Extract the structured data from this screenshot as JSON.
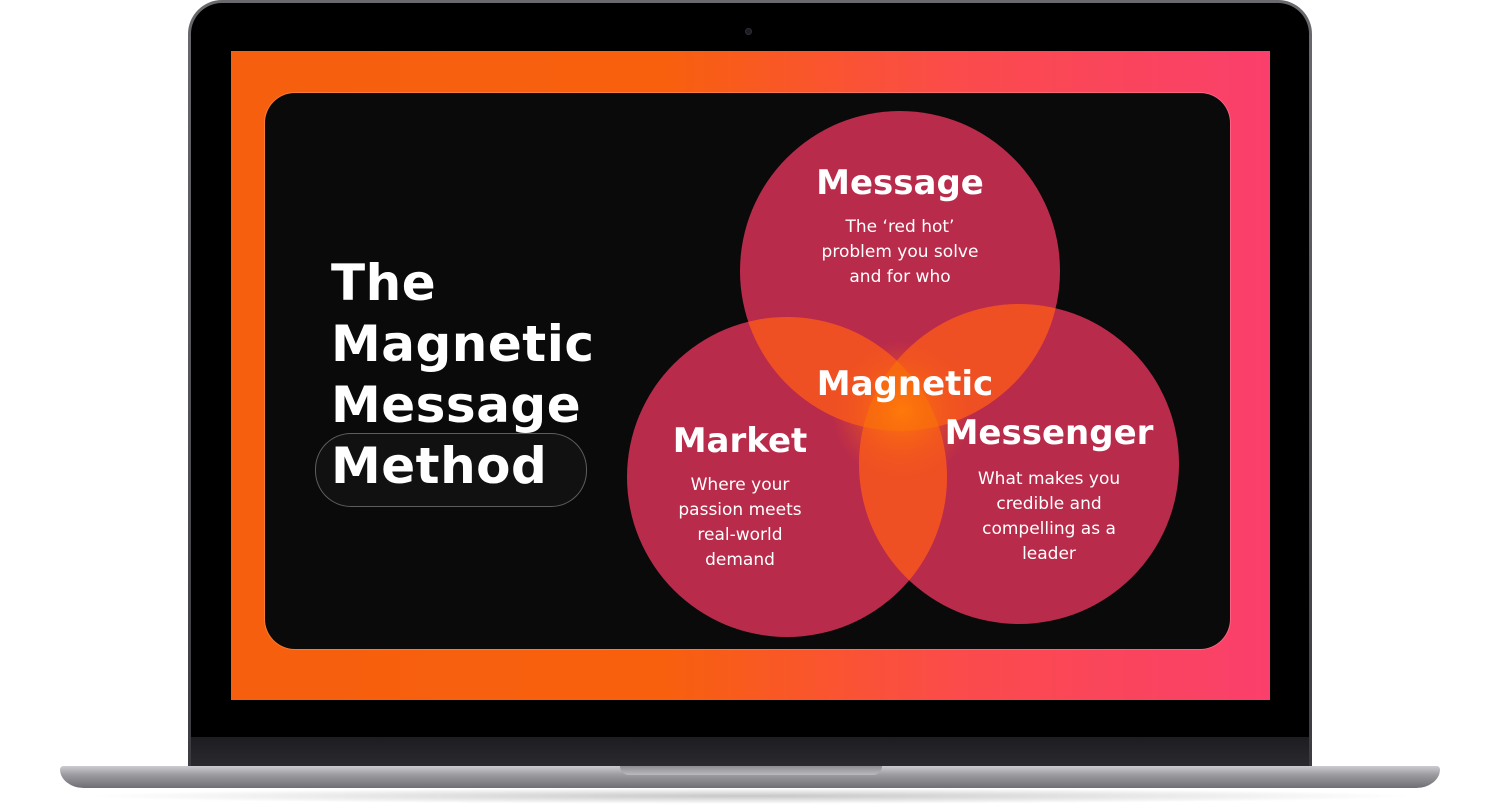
{
  "slide": {
    "title_lines": [
      "The",
      "Magnetic",
      "Message",
      "Method"
    ]
  },
  "venn": {
    "message": {
      "label": "Message",
      "description_lines": [
        "The ‘red hot’",
        "problem you solve",
        "and for who"
      ]
    },
    "market": {
      "label": "Market",
      "description_lines": [
        "Where your",
        "passion meets",
        "real-world",
        "demand"
      ]
    },
    "messenger": {
      "label": "Messenger",
      "description_lines": [
        "What makes you",
        "credible and",
        "compelling as a",
        "leader"
      ]
    },
    "center_label": "Magnetic"
  },
  "colors": {
    "screen_gradient": [
      "#f65f0d",
      "#fb4b4b",
      "#fa3f6c"
    ],
    "circle_fill": "#e0335a",
    "overlap_fill": "#f2561a",
    "center_fill": "#f66a0c",
    "slide_background": "#0a0a0a"
  }
}
